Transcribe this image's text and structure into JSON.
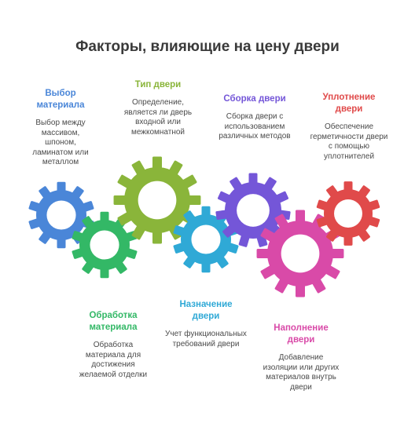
{
  "title": "Факторы, влияющие на цену двери",
  "factors": [
    {
      "id": "material-choice",
      "name": "Выбор материала",
      "desc": "Выбор между массивом, шпоном, ламинатом или металлом",
      "color": "#4a86d8"
    },
    {
      "id": "door-type",
      "name": "Тип двери",
      "desc": "Определение, является ли дверь входной или межкомнатной",
      "color": "#8ab53a"
    },
    {
      "id": "door-assembly",
      "name": "Сборка двери",
      "desc": "Сборка двери с использованием различных методов",
      "color": "#7456d8"
    },
    {
      "id": "door-sealing",
      "name": "Уплотнение двери",
      "desc": "Обеспечение герметичности двери с помощью уплотнителей",
      "color": "#e04a4a"
    },
    {
      "id": "material-processing",
      "name": "Обработка материала",
      "desc": "Обработка материала для достижения желаемой отделки",
      "color": "#33b866"
    },
    {
      "id": "door-purpose",
      "name": "Назначение двери",
      "desc": "Учет функциональных требований двери",
      "color": "#2fa9d6"
    },
    {
      "id": "door-filling",
      "name": "Наполнение двери",
      "desc": "Добавление изоляции или других материалов внутрь двери",
      "color": "#d94aa8"
    }
  ],
  "gears": [
    {
      "name": "gear-blue-icon",
      "color": "#4a86d8"
    },
    {
      "name": "gear-green-icon",
      "color": "#33b866"
    },
    {
      "name": "gear-olive-icon",
      "color": "#8ab53a"
    },
    {
      "name": "gear-cyan-icon",
      "color": "#2fa9d6"
    },
    {
      "name": "gear-purple-icon",
      "color": "#7456d8"
    },
    {
      "name": "gear-pink-icon",
      "color": "#d94aa8"
    },
    {
      "name": "gear-red-icon",
      "color": "#e04a4a"
    }
  ]
}
